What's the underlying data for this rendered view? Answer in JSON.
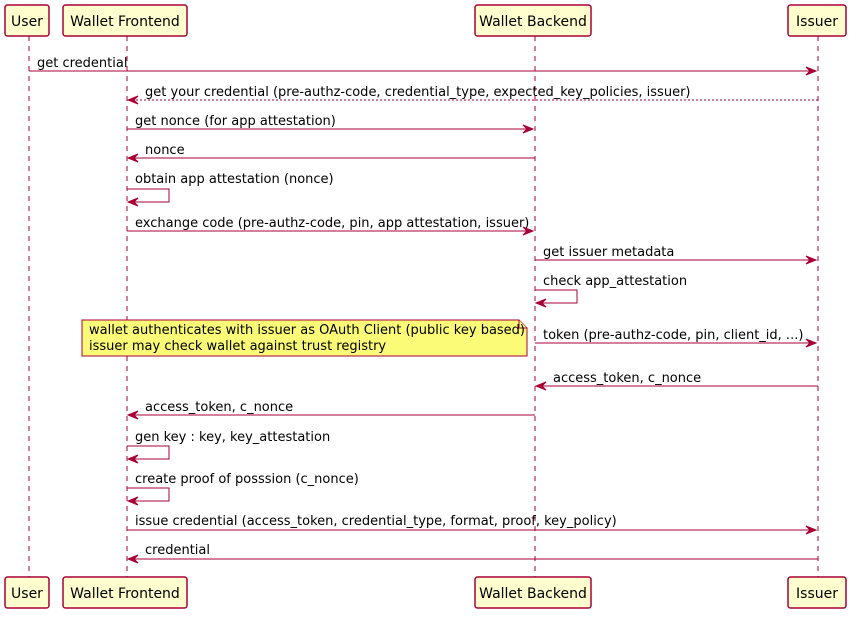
{
  "participants": {
    "user": "User",
    "frontend": "Wallet Frontend",
    "backend": "Wallet Backend",
    "issuer": "Issuer"
  },
  "messages": [
    {
      "from": "user",
      "to": "issuer",
      "label": "get credential",
      "style": "solid"
    },
    {
      "from": "issuer",
      "to": "frontend",
      "label": "get your credential (pre-authz-code, credential_type, expected_key_policies, issuer)",
      "style": "dashed"
    },
    {
      "from": "frontend",
      "to": "backend",
      "label": "get nonce (for app attestation)",
      "style": "solid"
    },
    {
      "from": "backend",
      "to": "frontend",
      "label": "nonce",
      "style": "solid"
    },
    {
      "from": "frontend",
      "to": "frontend",
      "label": "obtain app attestation (nonce)",
      "style": "self"
    },
    {
      "from": "frontend",
      "to": "backend",
      "label": "exchange code (pre-authz-code, pin, app attestation, issuer)",
      "style": "solid"
    },
    {
      "from": "backend",
      "to": "issuer",
      "label": "get issuer metadata",
      "style": "solid"
    },
    {
      "from": "backend",
      "to": "backend",
      "label": "check app_attestation",
      "style": "self"
    },
    {
      "from": "backend",
      "to": "issuer",
      "label": "token (pre-authz-code, pin, client_id, ...)",
      "style": "solid"
    },
    {
      "from": "issuer",
      "to": "backend",
      "label": "access_token, c_nonce",
      "style": "solid"
    },
    {
      "from": "backend",
      "to": "frontend",
      "label": "access_token, c_nonce",
      "style": "solid"
    },
    {
      "from": "frontend",
      "to": "frontend",
      "label": "gen key : key, key_attestation",
      "style": "self"
    },
    {
      "from": "frontend",
      "to": "frontend",
      "label": "create proof of posssion (c_nonce)",
      "style": "self"
    },
    {
      "from": "frontend",
      "to": "issuer",
      "label": "issue credential (access_token, credential_type, format, proof, key_policy)",
      "style": "solid"
    },
    {
      "from": "issuer",
      "to": "frontend",
      "label": "credential",
      "style": "solid"
    }
  ],
  "note": {
    "lines": [
      "wallet authenticates with issuer as OAuth Client (public key based)",
      "issuer may check wallet against trust registry"
    ]
  },
  "colors": {
    "line": "#A80036",
    "participant_fill": "#FEFECE",
    "note_fill": "#FBFB77"
  }
}
